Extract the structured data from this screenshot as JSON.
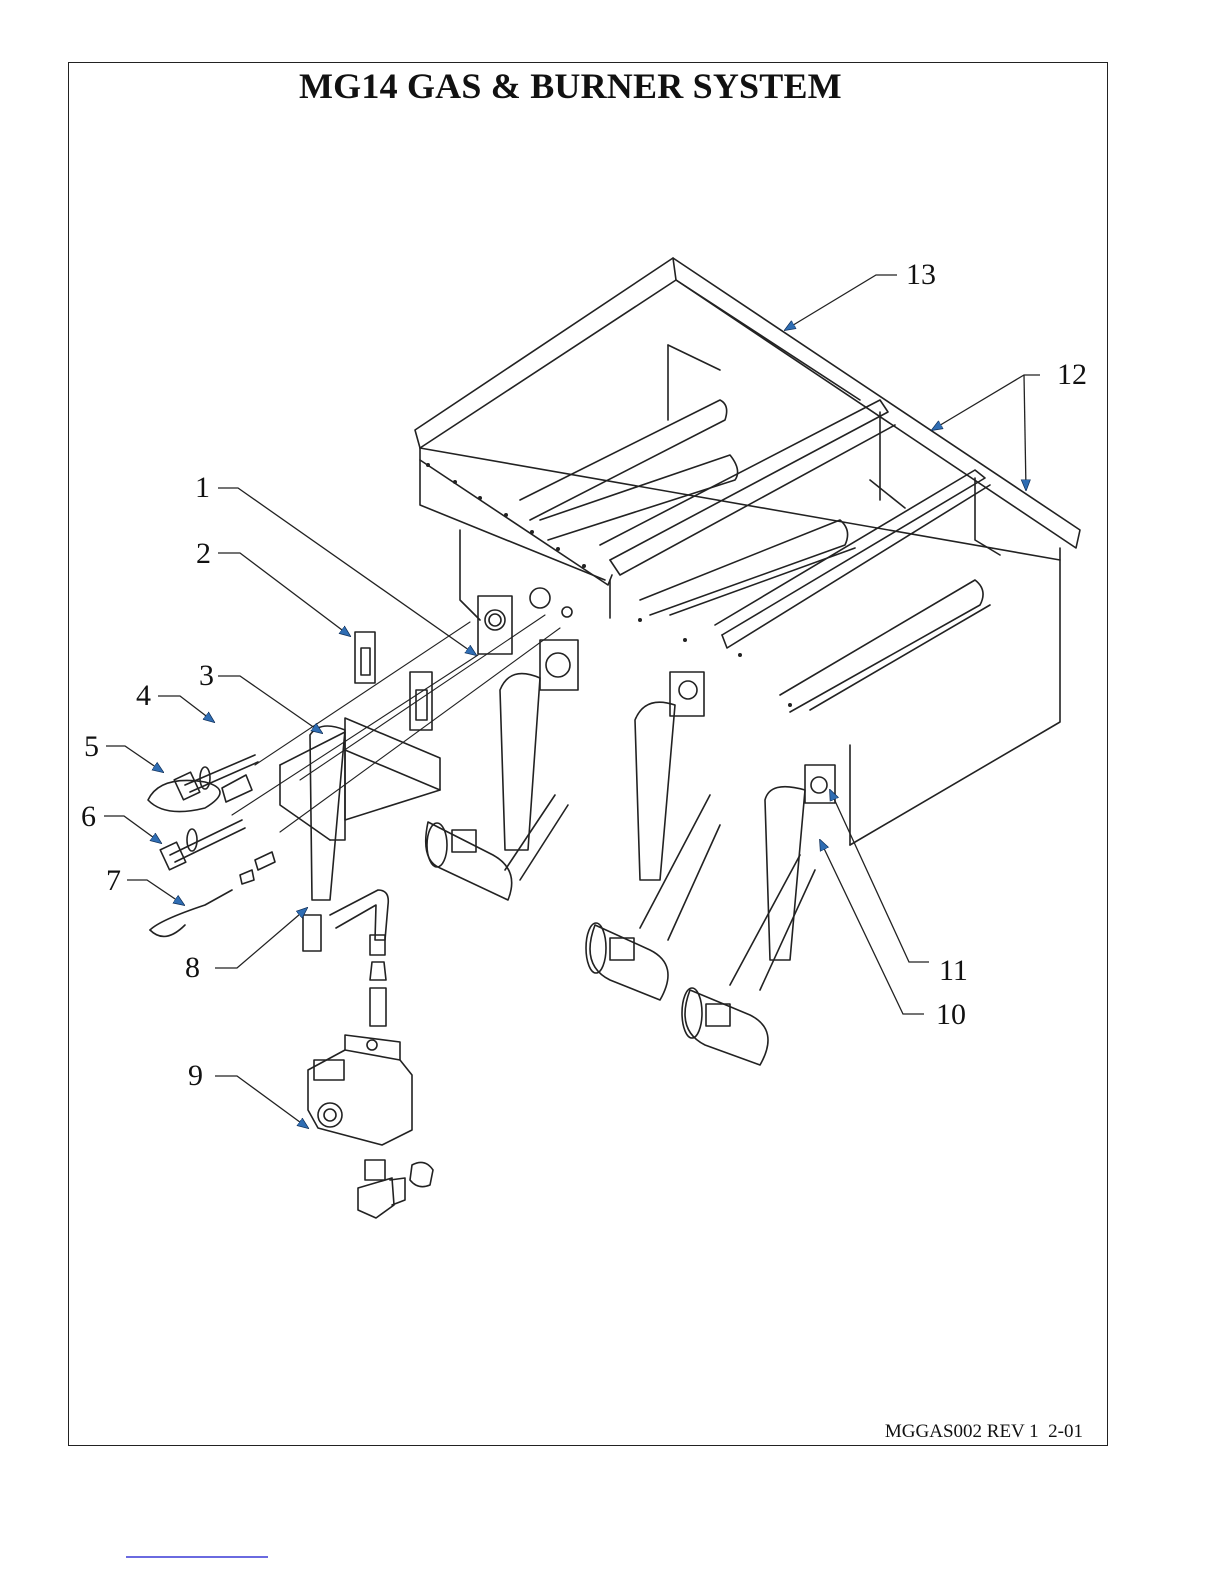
{
  "document": {
    "title": "MG14 GAS & BURNER SYSTEM",
    "footer_code": "MGGAS002 REV 1  2-01"
  },
  "callouts": [
    {
      "id": "callout-1",
      "label": "1"
    },
    {
      "id": "callout-2",
      "label": "2"
    },
    {
      "id": "callout-3",
      "label": "3"
    },
    {
      "id": "callout-4",
      "label": "4"
    },
    {
      "id": "callout-5",
      "label": "5"
    },
    {
      "id": "callout-6",
      "label": "6"
    },
    {
      "id": "callout-7",
      "label": "7"
    },
    {
      "id": "callout-8",
      "label": "8"
    },
    {
      "id": "callout-9",
      "label": "9"
    },
    {
      "id": "callout-10",
      "label": "10"
    },
    {
      "id": "callout-11",
      "label": "11"
    },
    {
      "id": "callout-12",
      "label": "12"
    },
    {
      "id": "callout-13",
      "label": "13"
    }
  ],
  "colors": {
    "line": "#222222",
    "arrowhead": "#2f6db3",
    "bottom_rule": "#6a6ae0"
  }
}
